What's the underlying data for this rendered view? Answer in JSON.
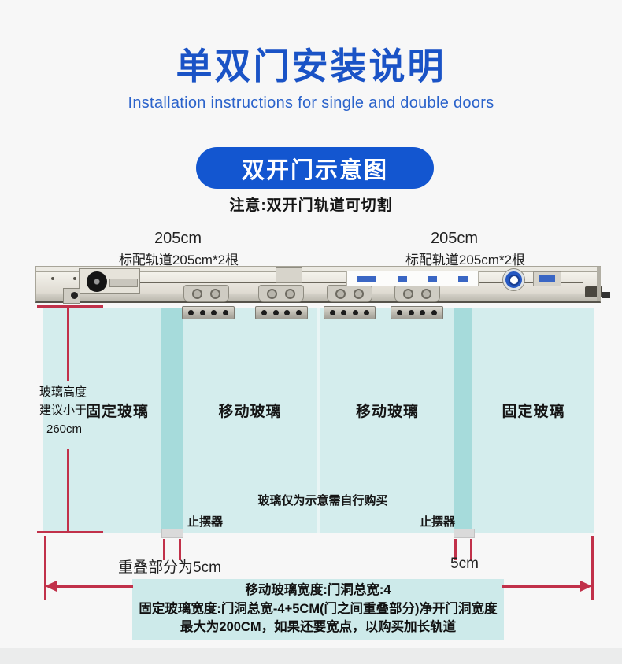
{
  "header": {
    "title": "单双门安装说明",
    "subtitle": "Installation instructions for single and double doors",
    "section_button": "双开门示意图",
    "note": "注意:双开门轨道可切割"
  },
  "track": {
    "left_length": "205cm",
    "left_spec": "标配轨道205cm*2根",
    "right_length": "205cm",
    "right_spec": "标配轨道205cm*2根"
  },
  "panels": {
    "left_fixed": "固定玻璃",
    "moving_left": "移动玻璃",
    "moving_right": "移动玻璃",
    "right_fixed": "固定玻璃"
  },
  "annotations": {
    "glass_height_line1": "玻璃高度",
    "glass_height_line2": "建议小于",
    "glass_height_line3": "260cm",
    "glass_purchase_note": "玻璃仅为示意需自行购买",
    "stopper_left": "止摆器",
    "stopper_right": "止摆器",
    "overlap_left": "重叠部分为5cm",
    "overlap_right": "5cm"
  },
  "info_box": {
    "line1": "移动玻璃宽度:门洞总宽:4",
    "line2": "固定玻璃宽度:门洞总宽-4+5CM(门之间重叠部分)净开门洞宽度",
    "line3": "最大为200CM，如果还要宽点，以购买加长轨道"
  },
  "colors": {
    "accent_blue": "#1a53c6",
    "button_blue": "#1356d0",
    "dimension_red": "#c1314a",
    "glass_fill": "#d4eded",
    "glass_overlap": "#a6dbdb",
    "info_box_fill": "#cdeaea"
  }
}
